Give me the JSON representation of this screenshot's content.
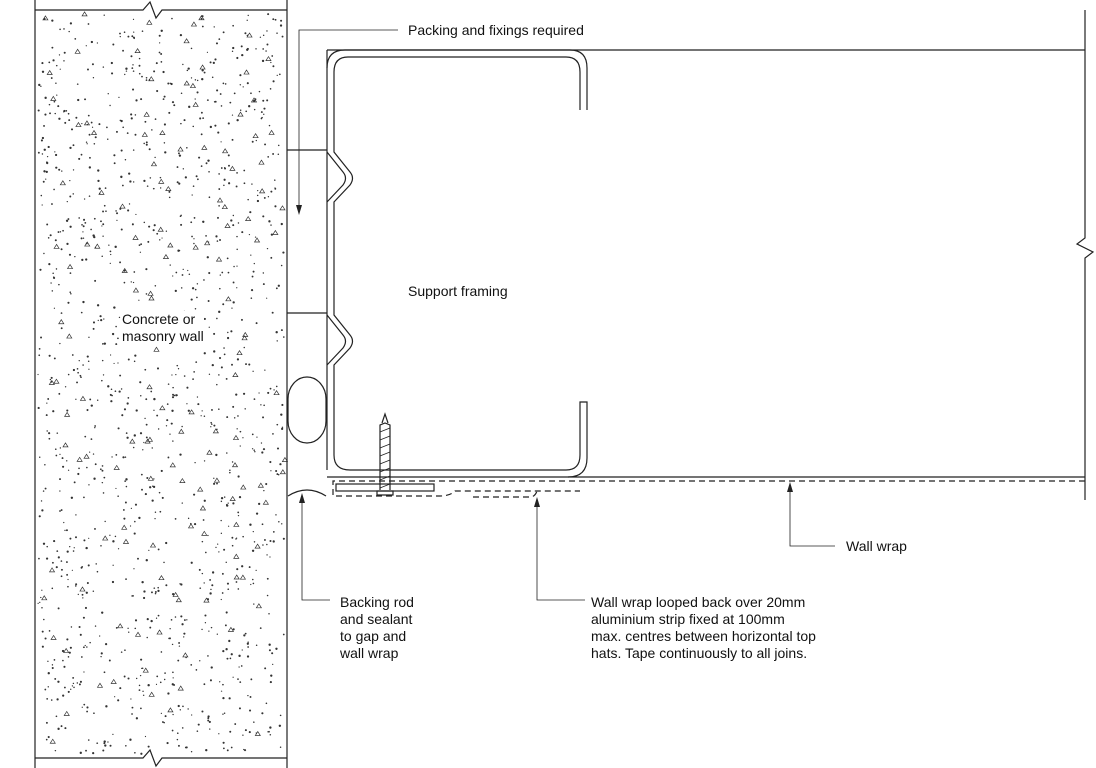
{
  "labels": {
    "packing": "Packing and fixings required",
    "support_framing": "Support framing",
    "wall": "Concrete or\nmasonry wall",
    "backing_rod": "Backing rod\nand sealant\nto gap and\nwall wrap",
    "wall_wrap": "Wall wrap",
    "looped": "Wall wrap looped back over 20mm\naluminium strip fixed at 100mm\nmax. centres between horizontal top\nhats. Tape continuously to all joins."
  }
}
